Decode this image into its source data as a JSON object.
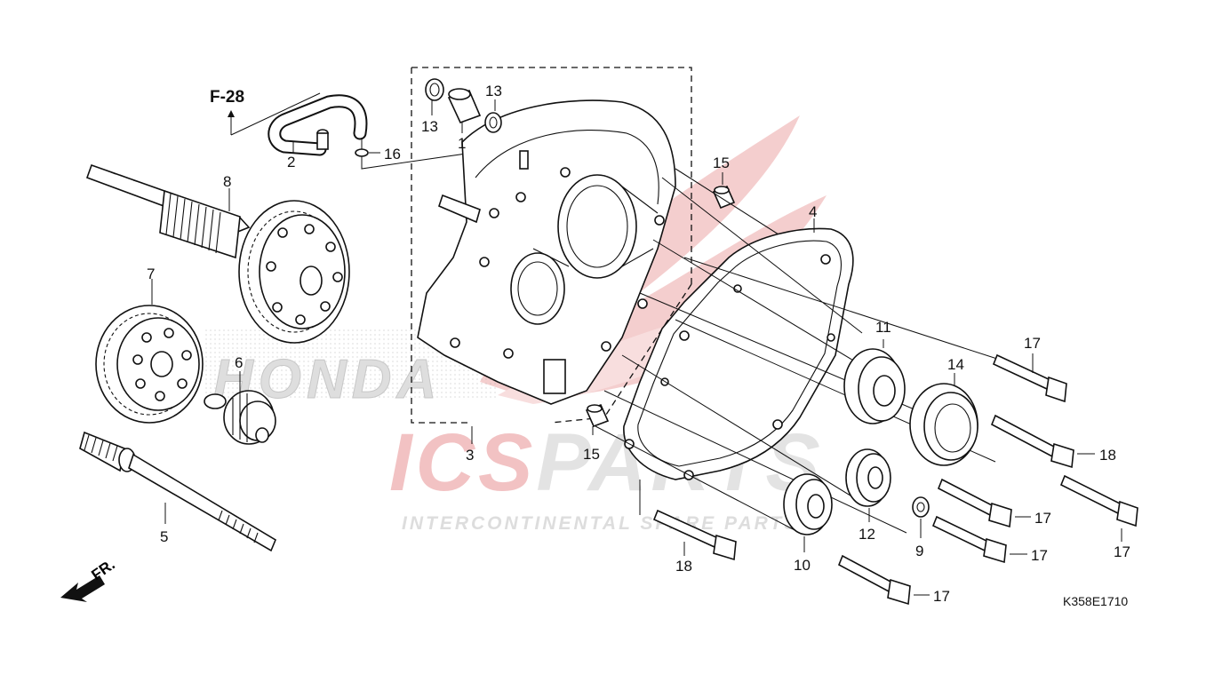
{
  "reference": {
    "label": "F-28"
  },
  "diagram_code": "K358E1710",
  "front_marker": {
    "label": "FR."
  },
  "watermark": {
    "brand": "HONDA",
    "logo_text": "ICSPARTS",
    "logo_text_prefix": "ICS",
    "logo_text_suffix": "PARTS",
    "tagline": "INTERCONTINENTAL SPARE PARTS",
    "color_red": "#e8232a",
    "color_grey": "#b0b0b0"
  },
  "callouts": {
    "c1": "1",
    "c2": "2",
    "c3": "3",
    "c4": "4",
    "c5": "5",
    "c6": "6",
    "c7": "7",
    "c8": "8",
    "c9": "9",
    "c10": "10",
    "c11": "11",
    "c12": "12",
    "c13a": "13",
    "c13b": "13",
    "c14": "14",
    "c15a": "15",
    "c15b": "15",
    "c16": "16",
    "c17a": "17",
    "c17b": "17",
    "c17c": "17",
    "c17d": "17",
    "c17e": "17",
    "c18a": "18",
    "c18b": "18"
  }
}
